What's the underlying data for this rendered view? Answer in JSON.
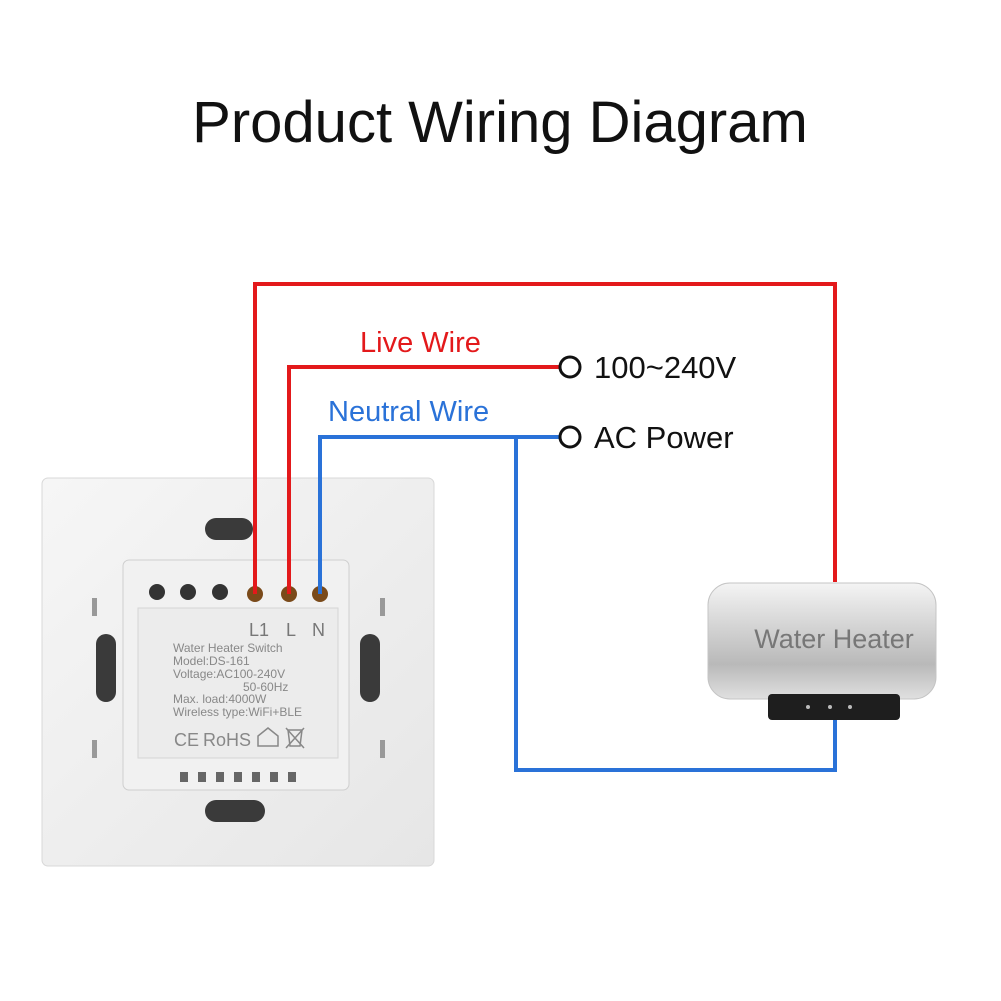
{
  "title": "Product Wiring Diagram",
  "labels": {
    "live_wire": "Live Wire",
    "neutral_wire": "Neutral Wire",
    "voltage": "100~240V",
    "ac_power": "AC Power",
    "water_heater": "Water Heater"
  },
  "switch": {
    "terminals": [
      "L1",
      "L",
      "N"
    ],
    "spec_lines": [
      "Water Heater Switch",
      "Model:DS-161",
      "Voltage:AC100-240V",
      "50-60Hz",
      "Max. load:4000W",
      "Wireless type:WiFi+BLE"
    ],
    "marks": [
      "CE",
      "RoHS"
    ]
  },
  "colors": {
    "live": "#e3191b",
    "neutral": "#2a72d8",
    "text": "#111111"
  }
}
